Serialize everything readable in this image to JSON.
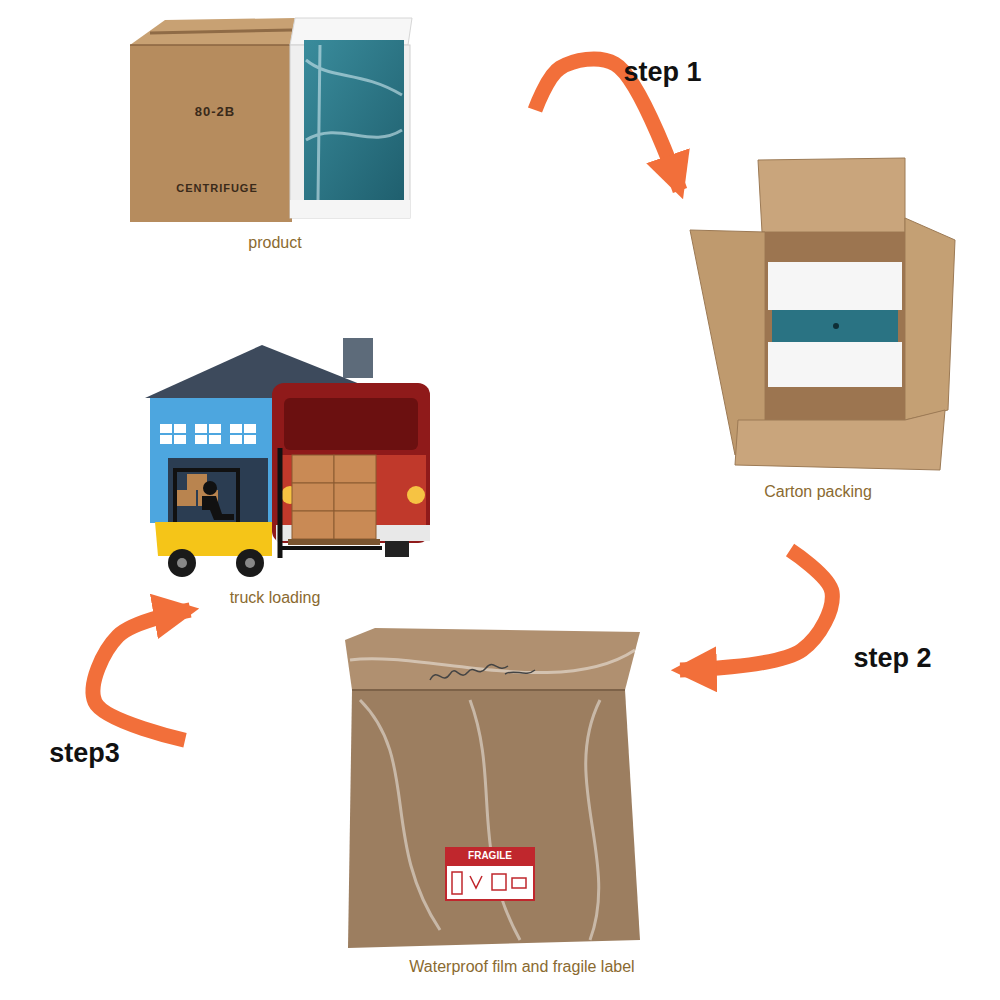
{
  "diagram": {
    "nodes": [
      {
        "text": [
          "product"
        ]
      },
      {
        "text": [
          "Carton packing"
        ]
      },
      {
        "text": [
          "Waterproof film and fragile label"
        ]
      },
      {
        "text": [
          "truck loading"
        ]
      }
    ],
    "edges": [
      {
        "from": 0,
        "to": 1,
        "label": "step 1",
        "arrow": "to"
      },
      {
        "from": 1,
        "to": 2,
        "label": "step 2",
        "arrow": "to"
      },
      {
        "from": 2,
        "to": 3,
        "label": "step3",
        "arrow": "to"
      }
    ],
    "labels": [
      "80-2B",
      "CENTRIFUGE",
      "FRAGILE"
    ]
  }
}
